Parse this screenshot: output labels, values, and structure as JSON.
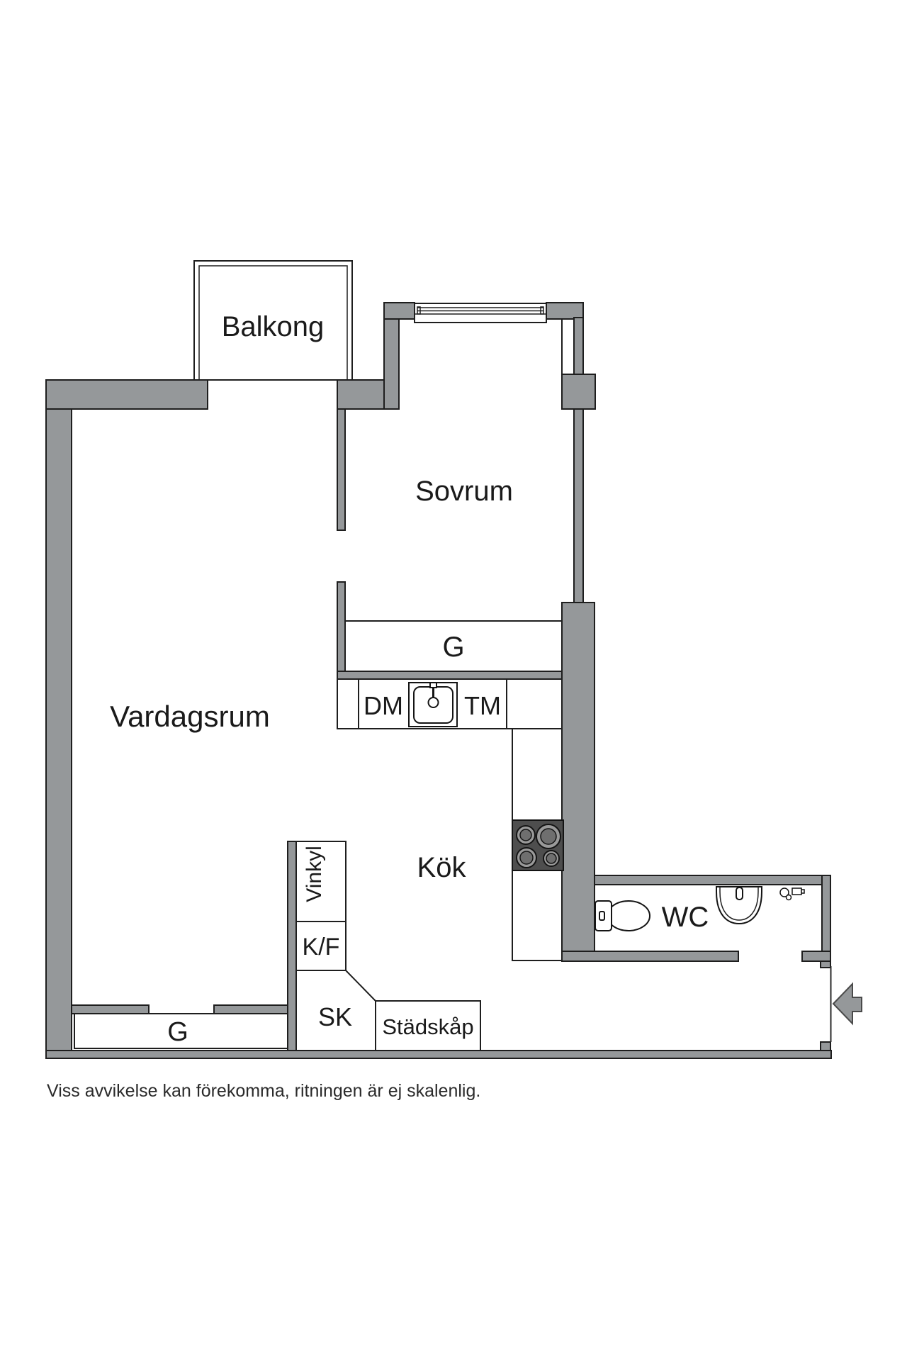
{
  "document": {
    "type": "apartment-floor-plan"
  },
  "labels": {
    "balcony": "Balkong",
    "bedroom": "Sovrum",
    "living_room": "Vardagsrum",
    "kitchen": "Kök",
    "wc": "WC",
    "wardrobe_bedroom": "G",
    "wardrobe_hall": "G",
    "dishwasher": "DM",
    "washing_machine": "TM",
    "wine_fridge": "Vinkyl",
    "fridge_freezer": "K/F",
    "cabinet": "SK",
    "cleaning_cabinet": "Städskåp"
  },
  "footer": {
    "disclaimer": "Viss avvikelse kan förekomma, ritningen är ej skalenlig."
  },
  "colors": {
    "wall": "#95989a",
    "outline": "#1e1e1e",
    "stove": "#4e4e4e",
    "text": "#1a1a1a",
    "background": "#ffffff"
  }
}
